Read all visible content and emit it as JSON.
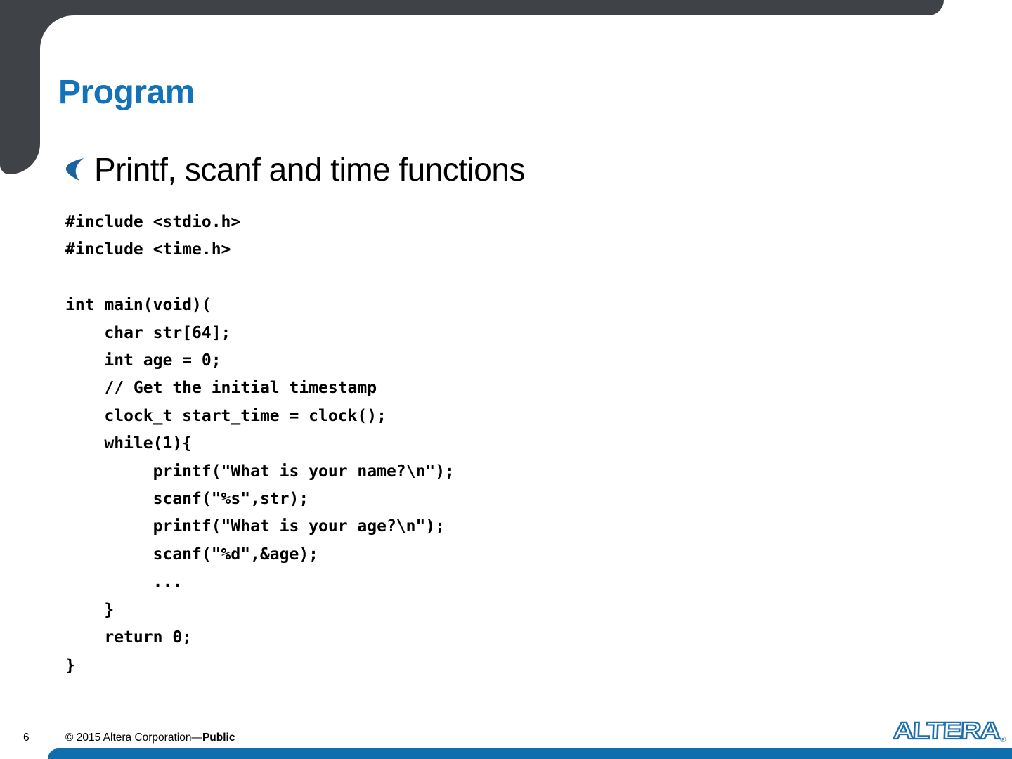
{
  "slide": {
    "title": "Program",
    "bullet_text": "Printf, scanf and time functions",
    "code": "#include <stdio.h>\n#include <time.h>\n\nint main(void)(\n    char str[64];\n    int age = 0;\n    // Get the initial timestamp\n    clock_t start_time = clock();\n    while(1){\n         printf(\"What is your name?\\n\");\n         scanf(\"%s\",str);\n         printf(\"What is your age?\\n\");\n         scanf(\"%d\",&age);\n         ...\n    }\n    return 0;\n}"
  },
  "footer": {
    "page_number": "6",
    "copyright_prefix": "© 2015 Altera Corporation—",
    "copyright_bold": "Public",
    "logo_text": "ALTERA",
    "logo_reg": "®"
  },
  "icons": {
    "bullet": "crescent-icon"
  },
  "colors": {
    "title_blue": "#1272ba",
    "bullet_crescent_blue": "#1c629c",
    "dark_charcoal": "#3f4247",
    "bottom_bar_blue": "#0f6fae",
    "logo_blue": "#1e6fad",
    "code_text": "#000000",
    "background": "#ffffff"
  }
}
